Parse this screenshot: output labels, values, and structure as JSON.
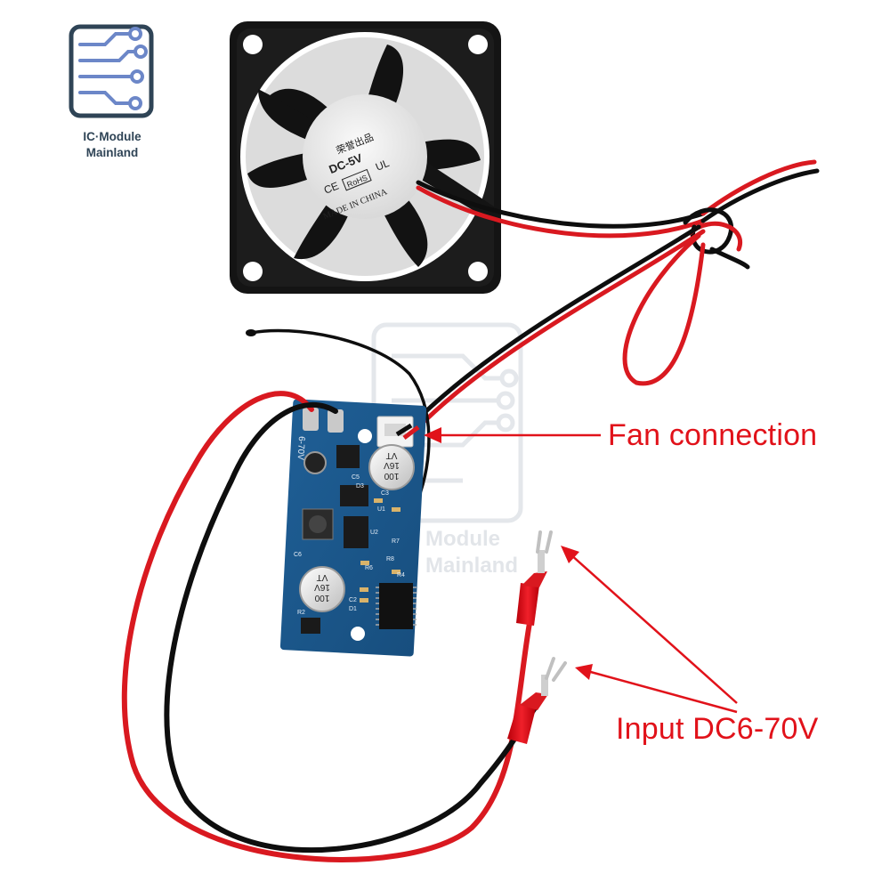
{
  "logo": {
    "line1": "IC·Module",
    "line2": "Mainland",
    "color": "#2f4456"
  },
  "watermark": {
    "line1": "Module",
    "line2": "Mainland"
  },
  "fan": {
    "brand_text": "荣誉出品",
    "voltage_text": "DC-5V",
    "ce_text": "CE",
    "rohs_text": "RoHS",
    "ul_text": "UL",
    "origin_text": "MADE IN CHINA"
  },
  "board": {
    "cap1_text": "100",
    "cap1_text2": "16V",
    "cap1_text3": "VT",
    "cap2_text": "100",
    "cap2_text2": "16V",
    "cap2_text3": "VT",
    "silk_voltage": "6-70V",
    "silk_refs": [
      "C5",
      "D3",
      "C3",
      "U2",
      "R7",
      "C2",
      "D1",
      "R6",
      "R8",
      "C6",
      "R2",
      "R4",
      "U1"
    ]
  },
  "annotations": {
    "fan_connection": "Fan connection",
    "input_voltage": "Input DC6-70V",
    "color": "#e1121a"
  }
}
